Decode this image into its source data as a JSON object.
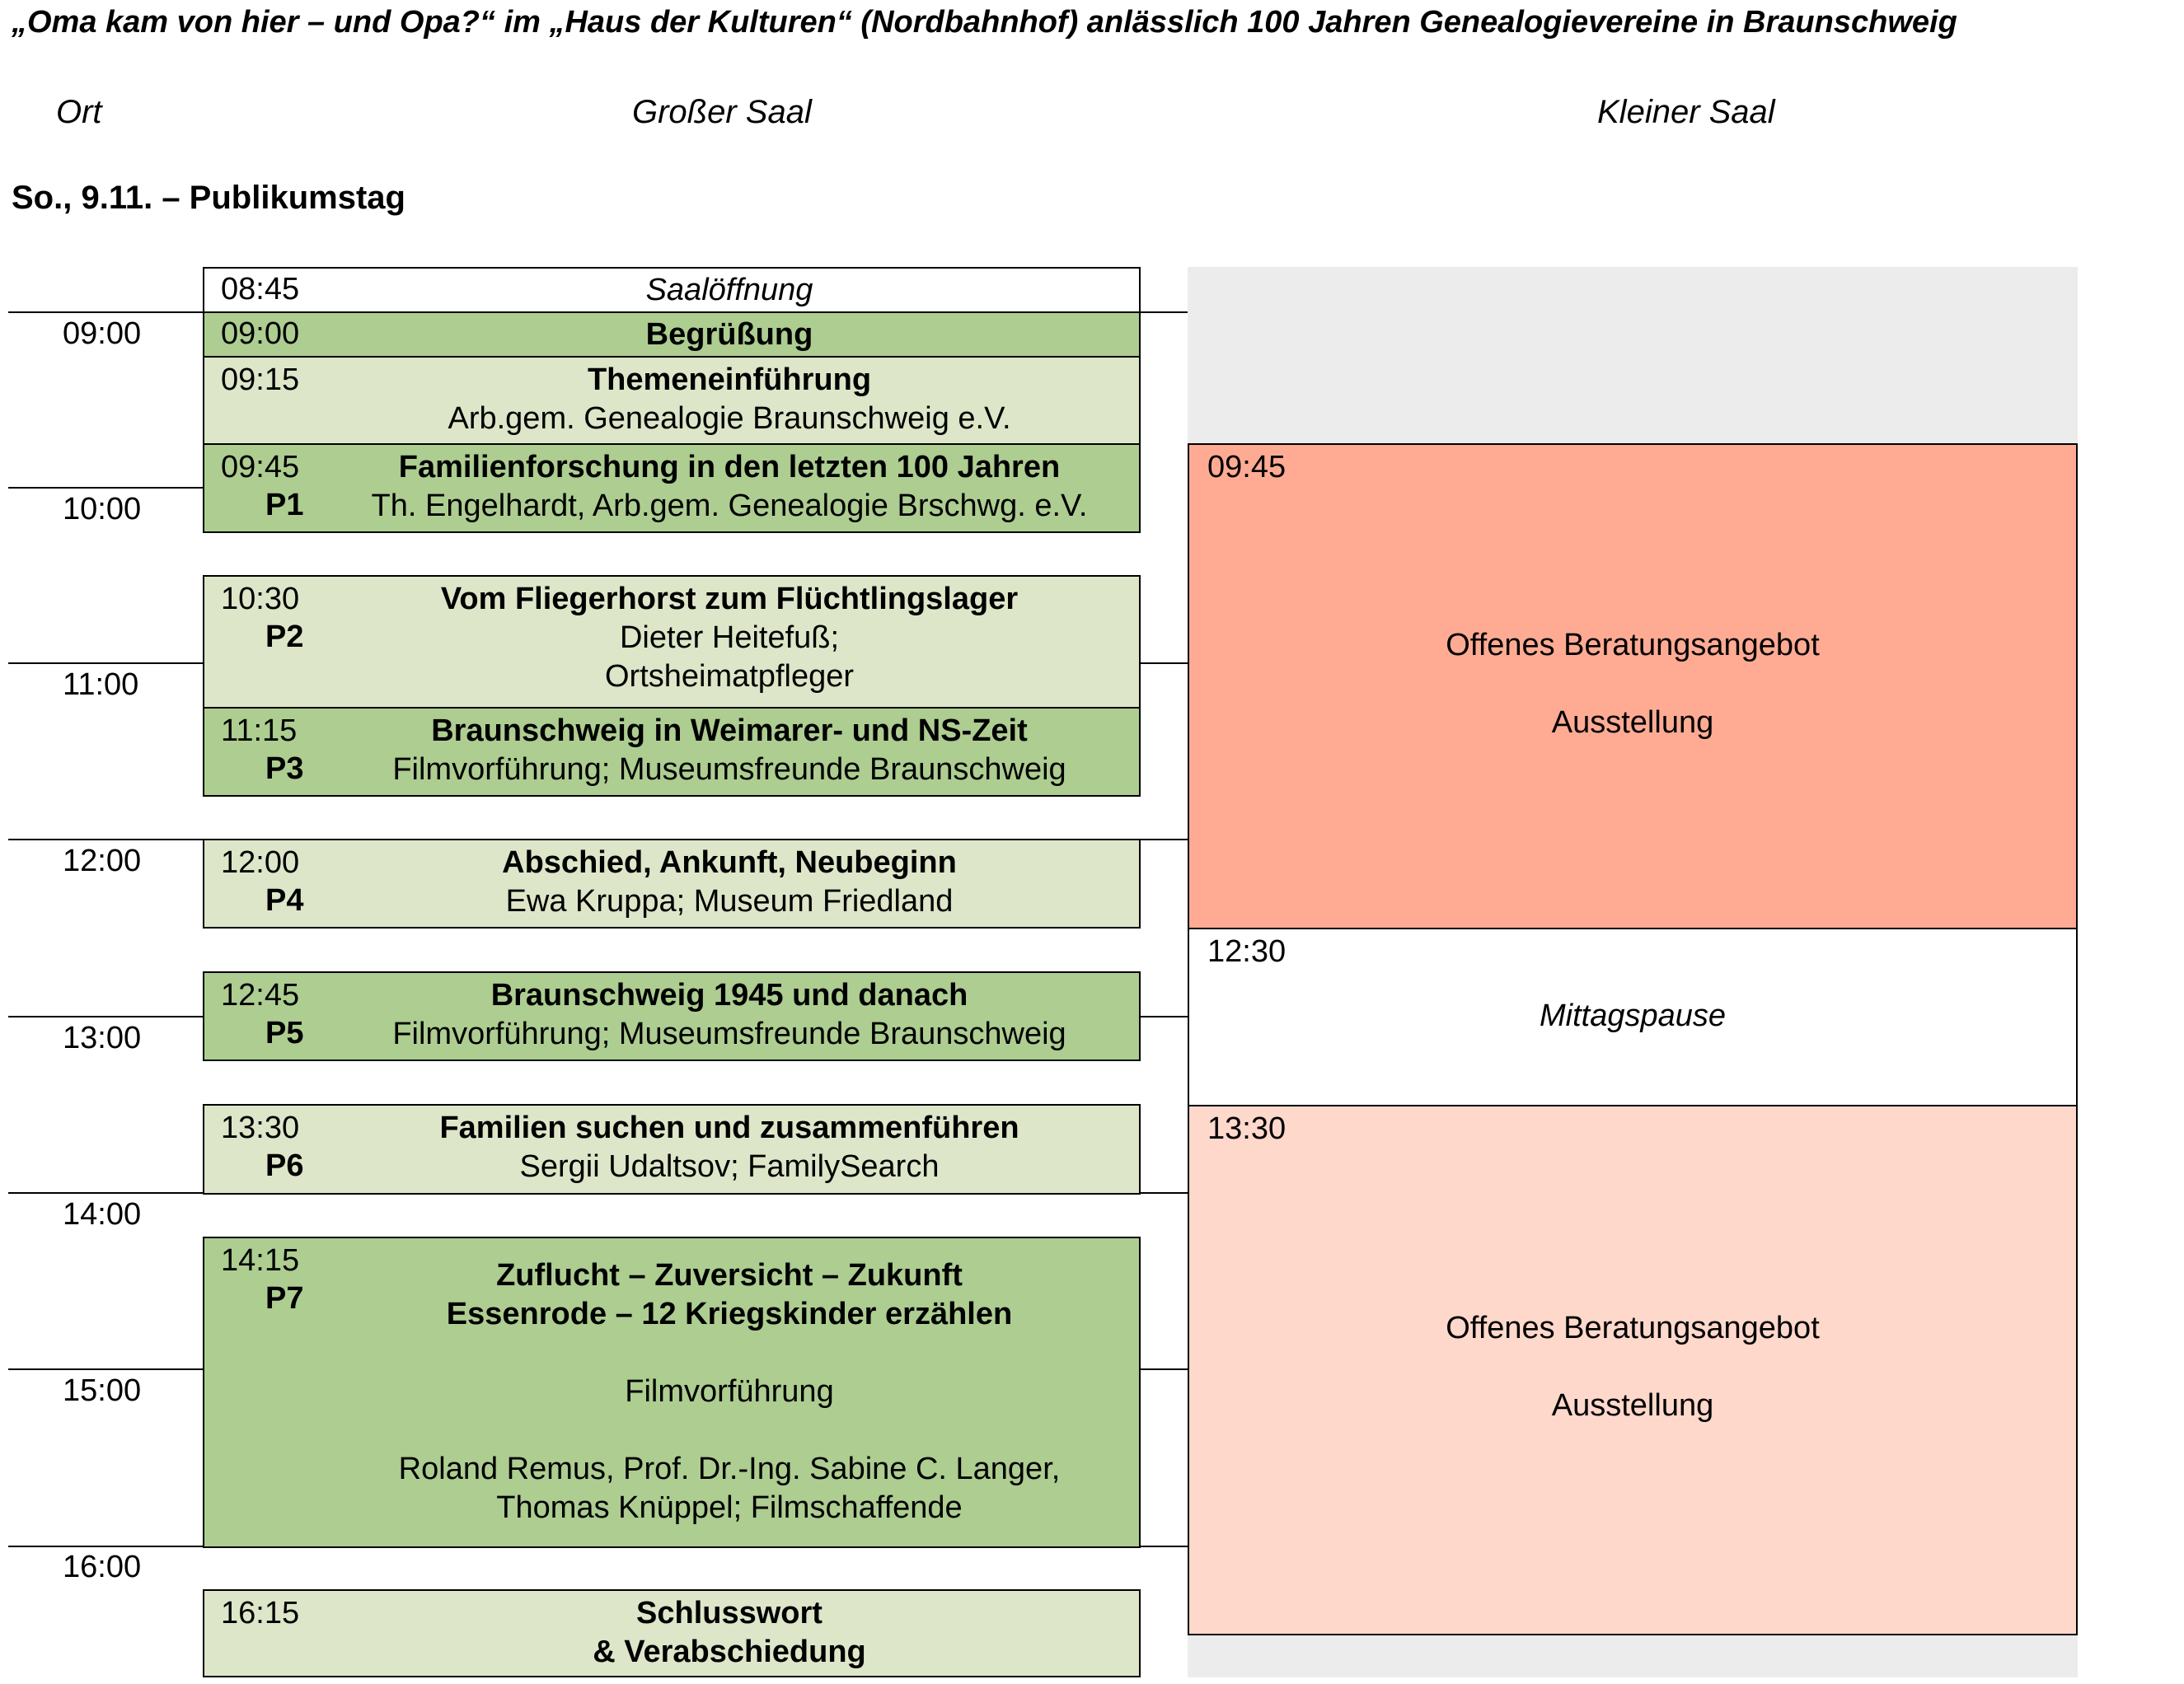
{
  "title": "„Oma kam von hier – und Opa?“ im  „Haus der Kulturen“ (Nordbahnhof) anlässlich 100 Jahren Genealogievereine in Braunschweig",
  "columns": {
    "ort": "Ort",
    "gross": "Großer Saal",
    "klein": "Kleiner Saal"
  },
  "day": "So., 9.11. – Publikumstag",
  "hours": [
    "09:00",
    "10:00",
    "11:00",
    "12:00",
    "13:00",
    "14:00",
    "15:00",
    "16:00"
  ],
  "grosser_saal": [
    {
      "time": "08:45",
      "code": "",
      "lines": [
        {
          "text": "Saalöffnung",
          "style": "italic"
        }
      ],
      "color": "white"
    },
    {
      "time": "09:00",
      "code": "",
      "lines": [
        {
          "text": "Begrüßung",
          "style": "bold"
        }
      ],
      "color": "dark"
    },
    {
      "time": "09:15",
      "code": "",
      "lines": [
        {
          "text": "Themeneinführung",
          "style": "bold"
        },
        {
          "text": "Arb.gem. Genealogie Braunschweig e.V.",
          "style": "normal"
        }
      ],
      "color": "light"
    },
    {
      "time": "09:45",
      "code": "P1",
      "lines": [
        {
          "text": "Familienforschung in den letzten 100 Jahren",
          "style": "bold"
        },
        {
          "text": "Th. Engelhardt, Arb.gem. Genealogie Brschwg. e.V.",
          "style": "normal"
        }
      ],
      "color": "dark"
    },
    {
      "time": "10:30",
      "code": "P2",
      "lines": [
        {
          "text": "Vom Fliegerhorst zum Flüchtlingslager",
          "style": "bold"
        },
        {
          "text": "Dieter Heitefuß;",
          "style": "normal"
        },
        {
          "text": "Ortsheimatpfleger",
          "style": "normal"
        }
      ],
      "color": "light"
    },
    {
      "time": "11:15",
      "code": "P3",
      "lines": [
        {
          "text": "Braunschweig in Weimarer- und NS-Zeit",
          "style": "bold"
        },
        {
          "text": "Filmvorführung; Museumsfreunde Braunschweig",
          "style": "normal"
        }
      ],
      "color": "dark"
    },
    {
      "time": "12:00",
      "code": "P4",
      "lines": [
        {
          "text": "Abschied, Ankunft, Neubeginn",
          "style": "bold"
        },
        {
          "text": "Ewa Kruppa; Museum Friedland",
          "style": "normal"
        }
      ],
      "color": "light"
    },
    {
      "time": "12:45",
      "code": "P5",
      "lines": [
        {
          "text": "Braunschweig 1945 und danach",
          "style": "bold"
        },
        {
          "text": "Filmvorführung; Museumsfreunde Braunschweig",
          "style": "normal"
        }
      ],
      "color": "dark"
    },
    {
      "time": "13:30",
      "code": "P6",
      "lines": [
        {
          "text": "Familien suchen und zusammenführen",
          "style": "bold"
        },
        {
          "text": "Sergii Udaltsov; FamilySearch",
          "style": "normal"
        }
      ],
      "color": "light"
    },
    {
      "time": "14:15",
      "code": "P7",
      "lines": [
        {
          "text": "",
          "style": "normal"
        },
        {
          "text": "Zuflucht – Zuversicht – Zukunft",
          "style": "bold"
        },
        {
          "text": "Essenrode – 12 Kriegskinder erzählen",
          "style": "bold"
        },
        {
          "text": "",
          "style": "normal"
        },
        {
          "text": "Filmvorführung",
          "style": "normal"
        },
        {
          "text": "",
          "style": "normal"
        },
        {
          "text": "Roland Remus, Prof. Dr.-Ing. Sabine C. Langer,",
          "style": "normal"
        },
        {
          "text": "Thomas Knüppel; Filmschaffende",
          "style": "normal"
        }
      ],
      "color": "dark"
    },
    {
      "time": "16:15",
      "code": "",
      "lines": [
        {
          "text": "Schlusswort",
          "style": "bold"
        },
        {
          "text": "& Verabschiedung",
          "style": "bold"
        }
      ],
      "color": "light"
    }
  ],
  "kleiner_saal": [
    {
      "time": "09:45",
      "lines": [
        "Offenes Beratungsangebot",
        "",
        "Ausstellung"
      ],
      "color": "#ffab94"
    },
    {
      "time": "12:30",
      "lines": [
        "Mittagspause"
      ],
      "color": "#ffffff"
    },
    {
      "time": "13:30",
      "lines": [
        "Offenes Beratungsangebot",
        "",
        "Ausstellung"
      ],
      "color": "#ffd8cc"
    }
  ]
}
